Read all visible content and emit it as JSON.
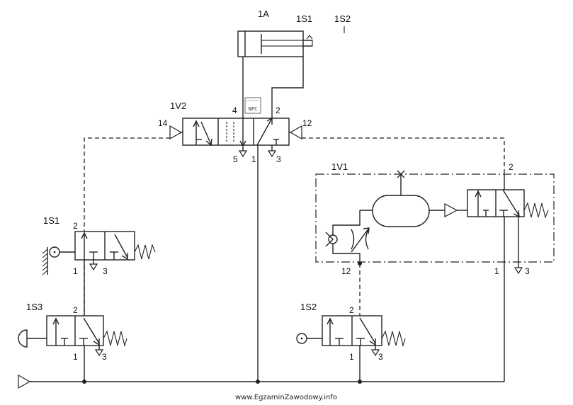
{
  "labels": {
    "cylinder": "1A",
    "sensor1_top": "1S1",
    "sensor2_top": "1S2",
    "main_valve": "1V2",
    "timer_valve": "1V1",
    "valve_1s1": "1S1",
    "valve_1s3": "1S3",
    "valve_1s2": "1S2"
  },
  "ports": {
    "v2_p4": "4",
    "v2_p2": "2",
    "v2_p14": "14",
    "v2_p12": "12",
    "v2_p5": "5",
    "v2_p1": "1",
    "v2_p3": "3",
    "v1_p2": "2",
    "v1_p12": "12",
    "v1_p1": "1",
    "v1_p3": "3",
    "s1_p2": "2",
    "s1_p1": "1",
    "s1_p3": "3",
    "s3_p2": "2",
    "s3_p1": "1",
    "s3_p3": "3",
    "s2_p2": "2",
    "s2_p1": "1",
    "s2_p3": "3"
  },
  "stamp": "NFC",
  "watermark": "www.EgzaminZawodowy.info"
}
